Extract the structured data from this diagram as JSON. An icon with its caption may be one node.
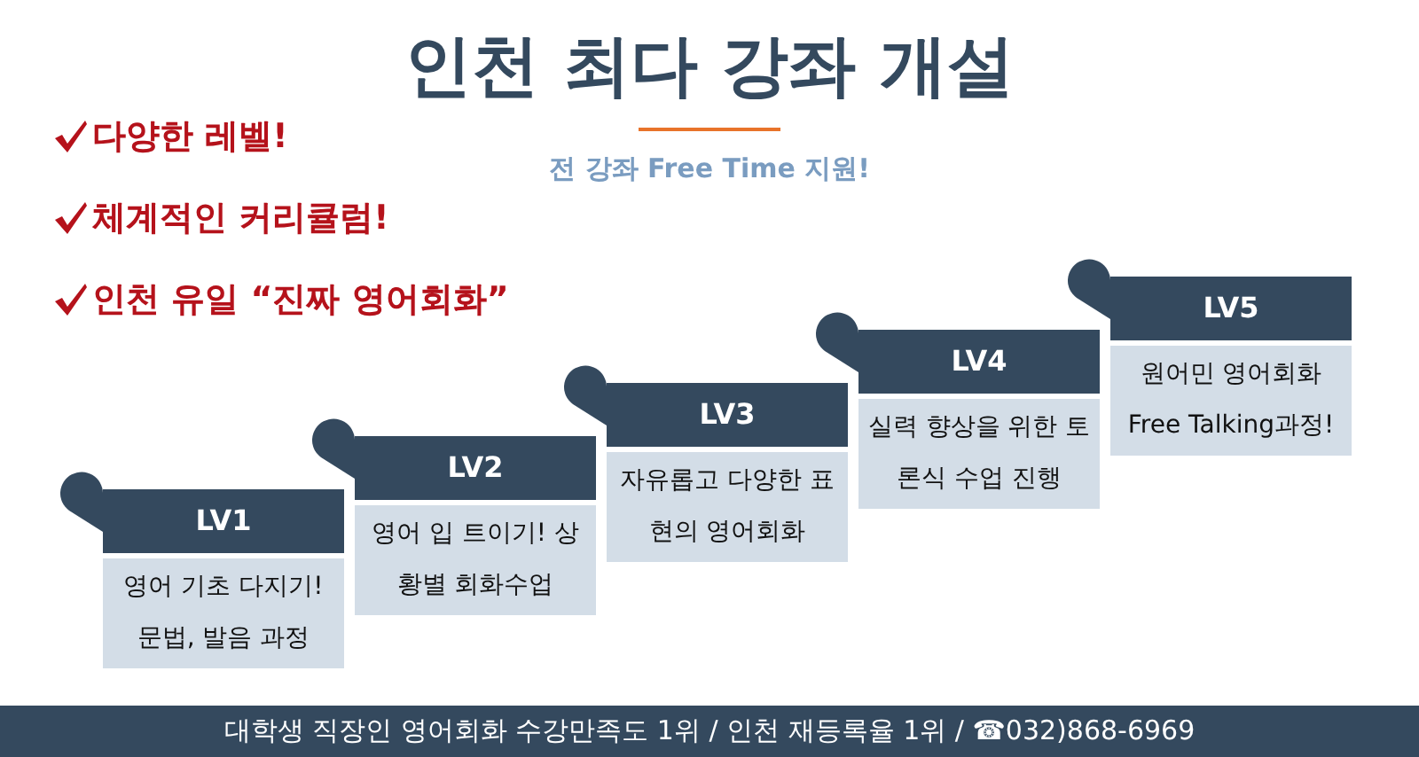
{
  "diagram": {
    "title": "인천 최다 강좌 개설",
    "nodes": [
      {
        "text": [
          "LV1",
          "영어 기초 다지기! 문법, 발음 과정"
        ]
      },
      {
        "text": [
          "LV2",
          "영어 입 트이기! 상황별 회화수업"
        ]
      },
      {
        "text": [
          "LV3",
          "자유롭고 다양한 표현의 영어회화"
        ]
      },
      {
        "text": [
          "LV4",
          "실력 향상을 위한 토론식 수업 진행"
        ]
      },
      {
        "text": [
          "LV5",
          "원어민 영어회화 Free Talking과정!"
        ]
      }
    ],
    "edges": [],
    "labels": [
      "다양한 레벨!",
      "체계적인 커리큘럼!",
      "인천 유일 “진짜 영어회화”",
      "전 강좌 Free Time 지원!",
      "대학생 직장인 영어회화 수강만족도 1위 / 인천 재등록율 1위 / ☎032)868-6969"
    ]
  }
}
